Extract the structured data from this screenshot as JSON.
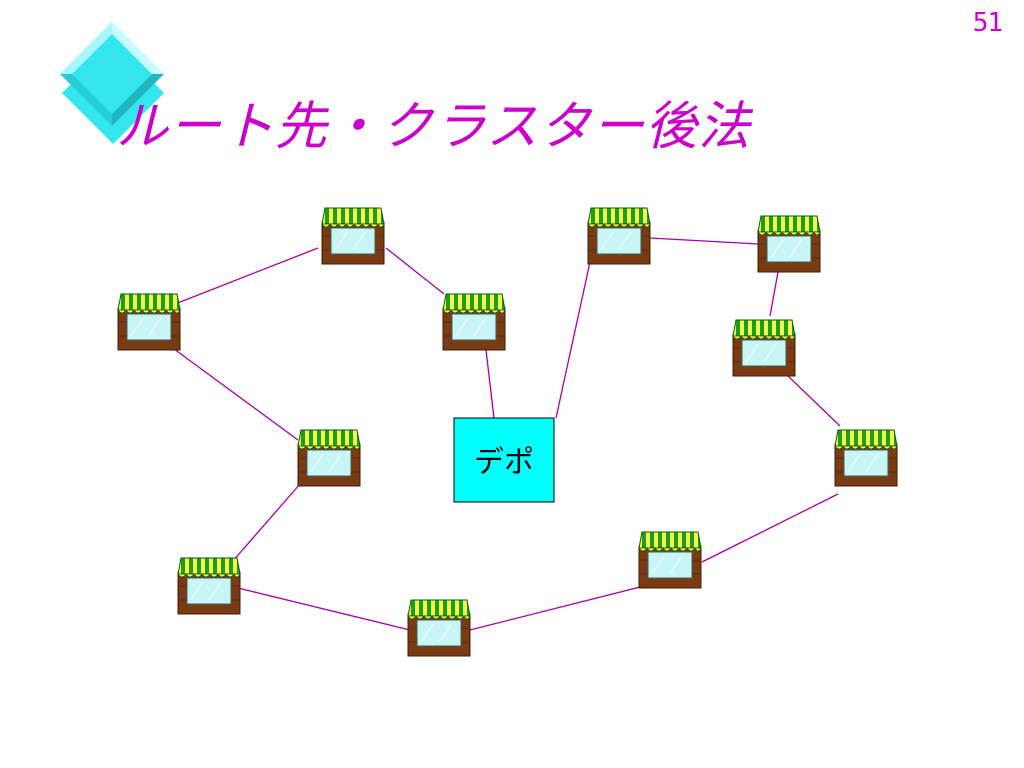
{
  "slide": {
    "page_number": "51",
    "title": "ルート先・クラスター後法"
  },
  "colors": {
    "title": "#cc00cc",
    "route_line": "#aa00aa",
    "diamond": "#33e6ee",
    "depot_fill": "#00ffff",
    "awning_green": "#1e9e1e",
    "awning_yellow": "#f5f54a",
    "store_frame": "#7a3a12",
    "store_window": "#c8f6f6"
  },
  "diagram": {
    "depot": {
      "label": "デポ"
    },
    "icons": [
      "store-icon",
      "diamond-bullet-icon"
    ]
  }
}
